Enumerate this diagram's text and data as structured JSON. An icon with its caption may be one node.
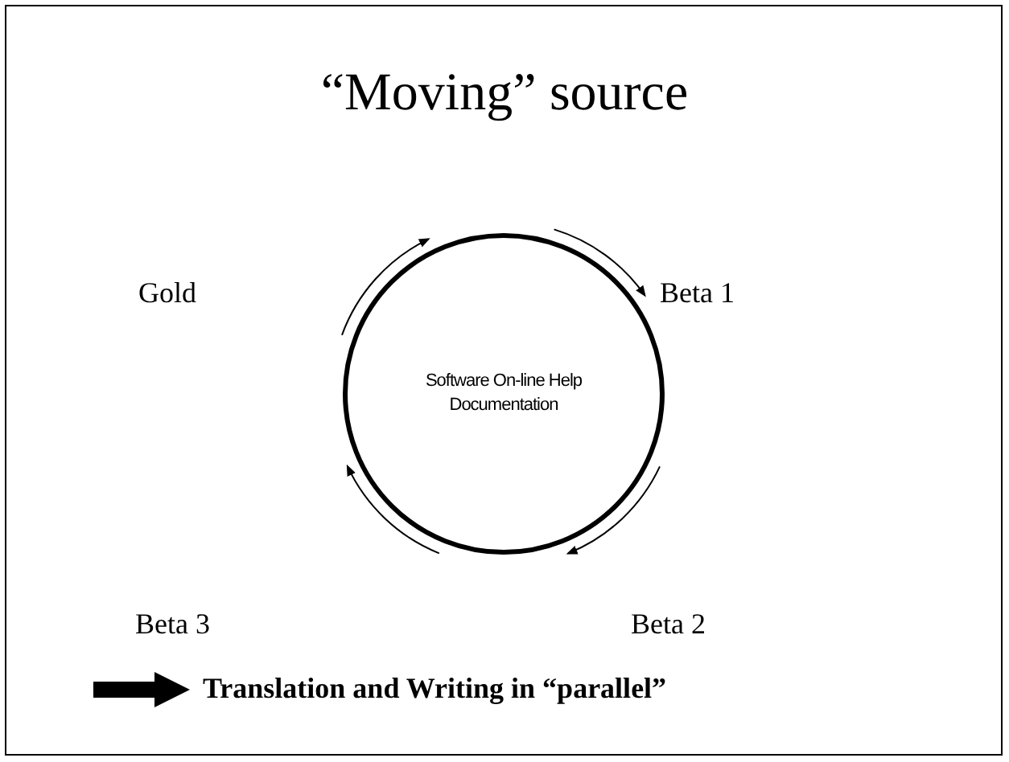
{
  "diagram": {
    "title": "“Moving” source",
    "nodes": [
      {
        "text": [
          "Software On-line Help Documentation"
        ]
      }
    ],
    "labels": [
      "Gold",
      "Beta 1",
      "Beta 3",
      "Beta 2",
      "Translation and Writing in “parallel”"
    ]
  }
}
